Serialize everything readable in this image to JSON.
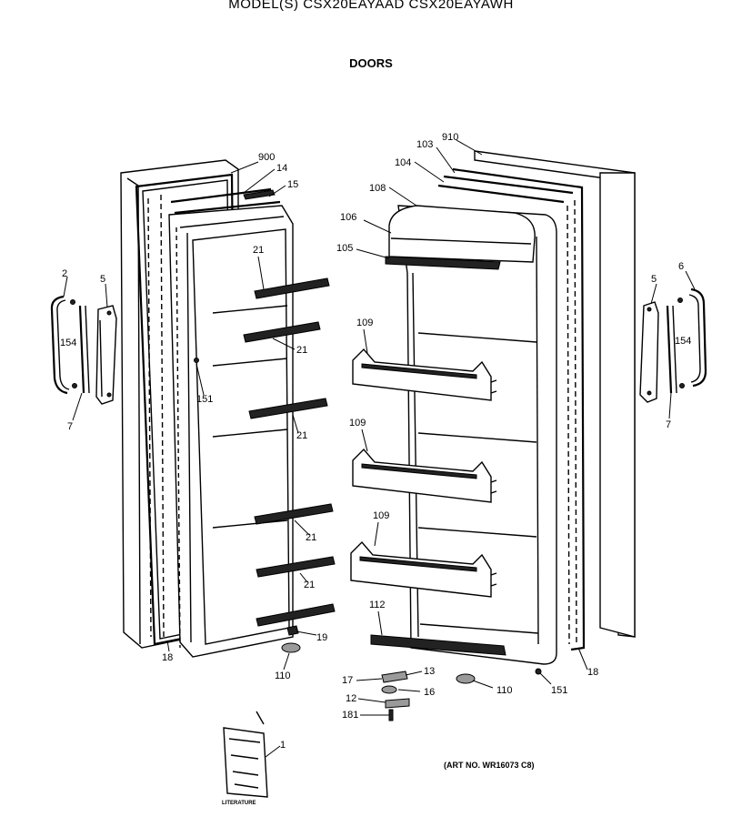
{
  "header": {
    "model_title": "MODEL(S) CSX20EAYAAD  CSX20EAYAWH",
    "section_title": "DOORS"
  },
  "footer": {
    "art_number": "(ART NO. WR16073 C8)",
    "literature_label": "LITERATURE"
  },
  "callouts": {
    "c900": "900",
    "c14": "14",
    "c15": "15",
    "c21a": "21",
    "c21b": "21",
    "c21c": "21",
    "c21d": "21",
    "c21e": "21",
    "c2": "2",
    "c5l": "5",
    "c154l": "154",
    "c7l": "7",
    "c151l": "151",
    "c18l": "18",
    "c19": "19",
    "c110l": "110",
    "c1": "1",
    "c910": "910",
    "c103": "103",
    "c104": "104",
    "c108": "108",
    "c106": "106",
    "c105": "105",
    "c109a": "109",
    "c109b": "109",
    "c109c": "109",
    "c112": "112",
    "c5r": "5",
    "c6": "6",
    "c154r": "154",
    "c7r": "7",
    "c18r": "18",
    "c151r": "151",
    "c110r": "110",
    "c13": "13",
    "c17": "17",
    "c16": "16",
    "c12": "12",
    "c181": "181"
  }
}
